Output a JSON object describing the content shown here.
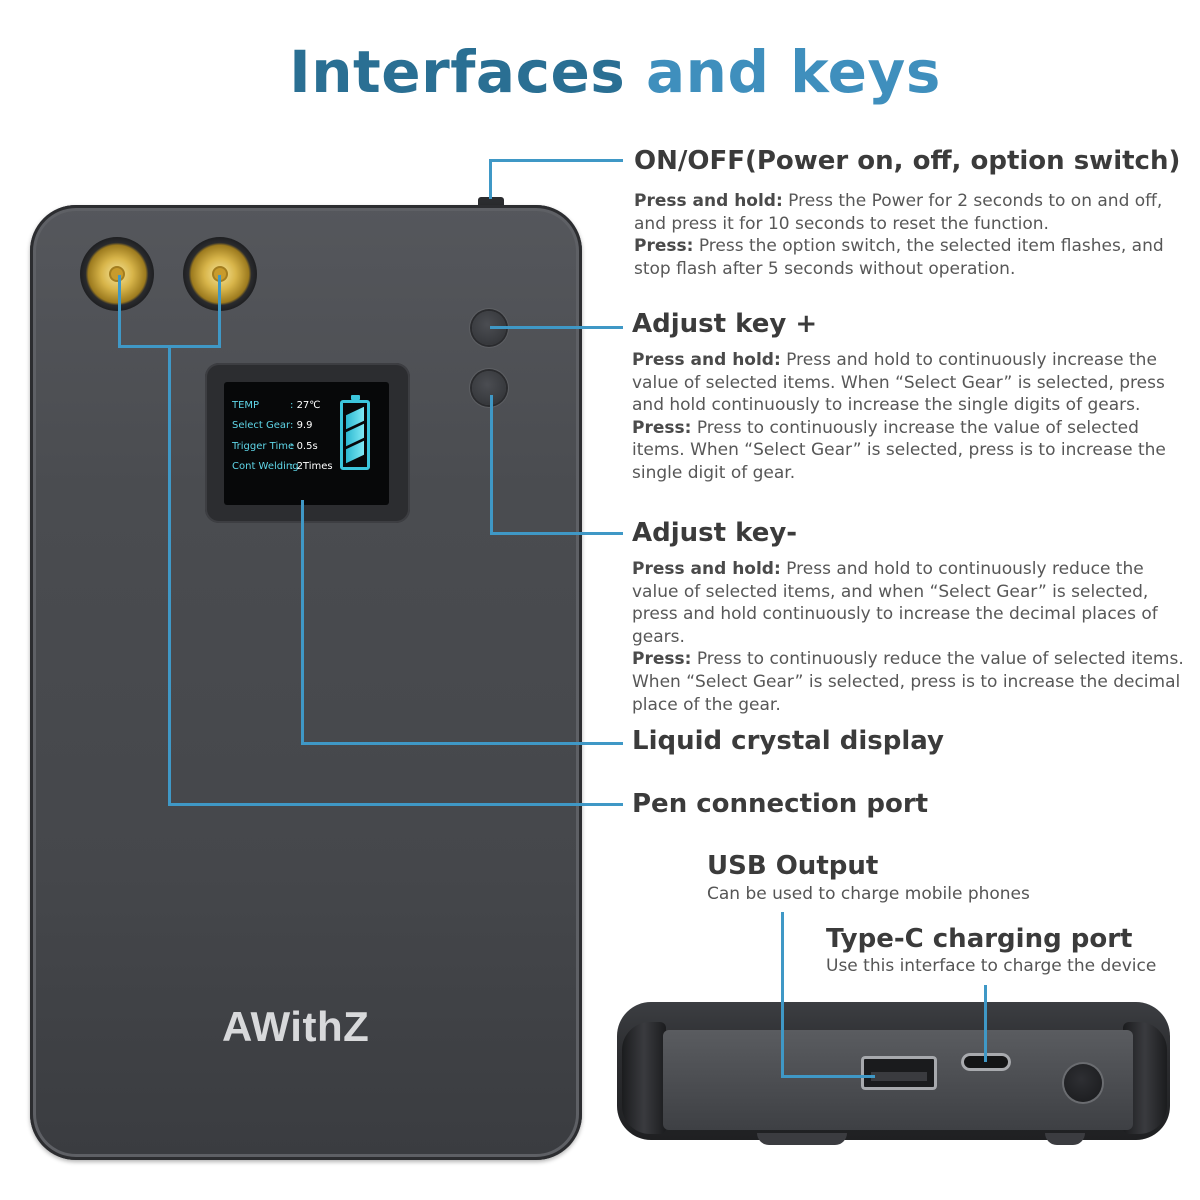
{
  "title": {
    "part1": "Interfaces",
    "part2": "and keys"
  },
  "device": {
    "brand": "AWithZ",
    "lcd": {
      "rows": [
        {
          "label": "TEMP",
          "value": "27℃",
          "sep": ":"
        },
        {
          "label": "Select Gear",
          "value": "9.9",
          "sep": ":"
        },
        {
          "label": "Trigger Time",
          "value": "0.5s",
          "sep": ":"
        },
        {
          "label": "Cont Welding",
          "value": "2Times",
          "sep": ":"
        }
      ]
    }
  },
  "annotations": {
    "power": {
      "heading": "ON/OFF(Power on, off, option switch)",
      "hold_label": "Press and hold:",
      "hold_text": " Press the Power for 2 seconds to on and off, and press it for 10 seconds to reset the function.",
      "press_label": "Press:",
      "press_text": " Press the option switch, the selected item flashes, and stop flash after 5 seconds without operation."
    },
    "adjust_plus": {
      "heading": "Adjust key +",
      "hold_label": "Press and hold:",
      "hold_text": " Press and hold to continuously increase the value of selected items. When “Select Gear” is selected, press and hold continuously to increase the single digits of gears.",
      "press_label": "Press:",
      "press_text": " Press to continuously increase the value of selected items. When “Select Gear” is selected, press is to increase the single digit of gear."
    },
    "adjust_minus": {
      "heading": "Adjust key-",
      "hold_label": "Press and hold:",
      "hold_text": " Press and hold to continuously reduce the value of selected items, and when “Select Gear” is selected, press and hold continuously to increase the decimal places of gears.",
      "press_label": "Press:",
      "press_text": " Press to continuously reduce the value of selected items. When “Select Gear” is selected, press is to increase the decimal place of the gear."
    },
    "lcd": {
      "heading": "Liquid crystal display"
    },
    "pen_port": {
      "heading": "Pen connection port"
    },
    "usb": {
      "heading": "USB Output",
      "text": "Can be used to charge mobile phones"
    },
    "typec": {
      "heading": "Type-C charging port",
      "text": "Use this interface to charge the device"
    }
  },
  "colors": {
    "title_dark": "#2a6f93",
    "title_light": "#3f8fbd",
    "connector_line": "#3f98c6",
    "lcd_label": "#5fd6e8",
    "device_body": "#4a4c50"
  }
}
